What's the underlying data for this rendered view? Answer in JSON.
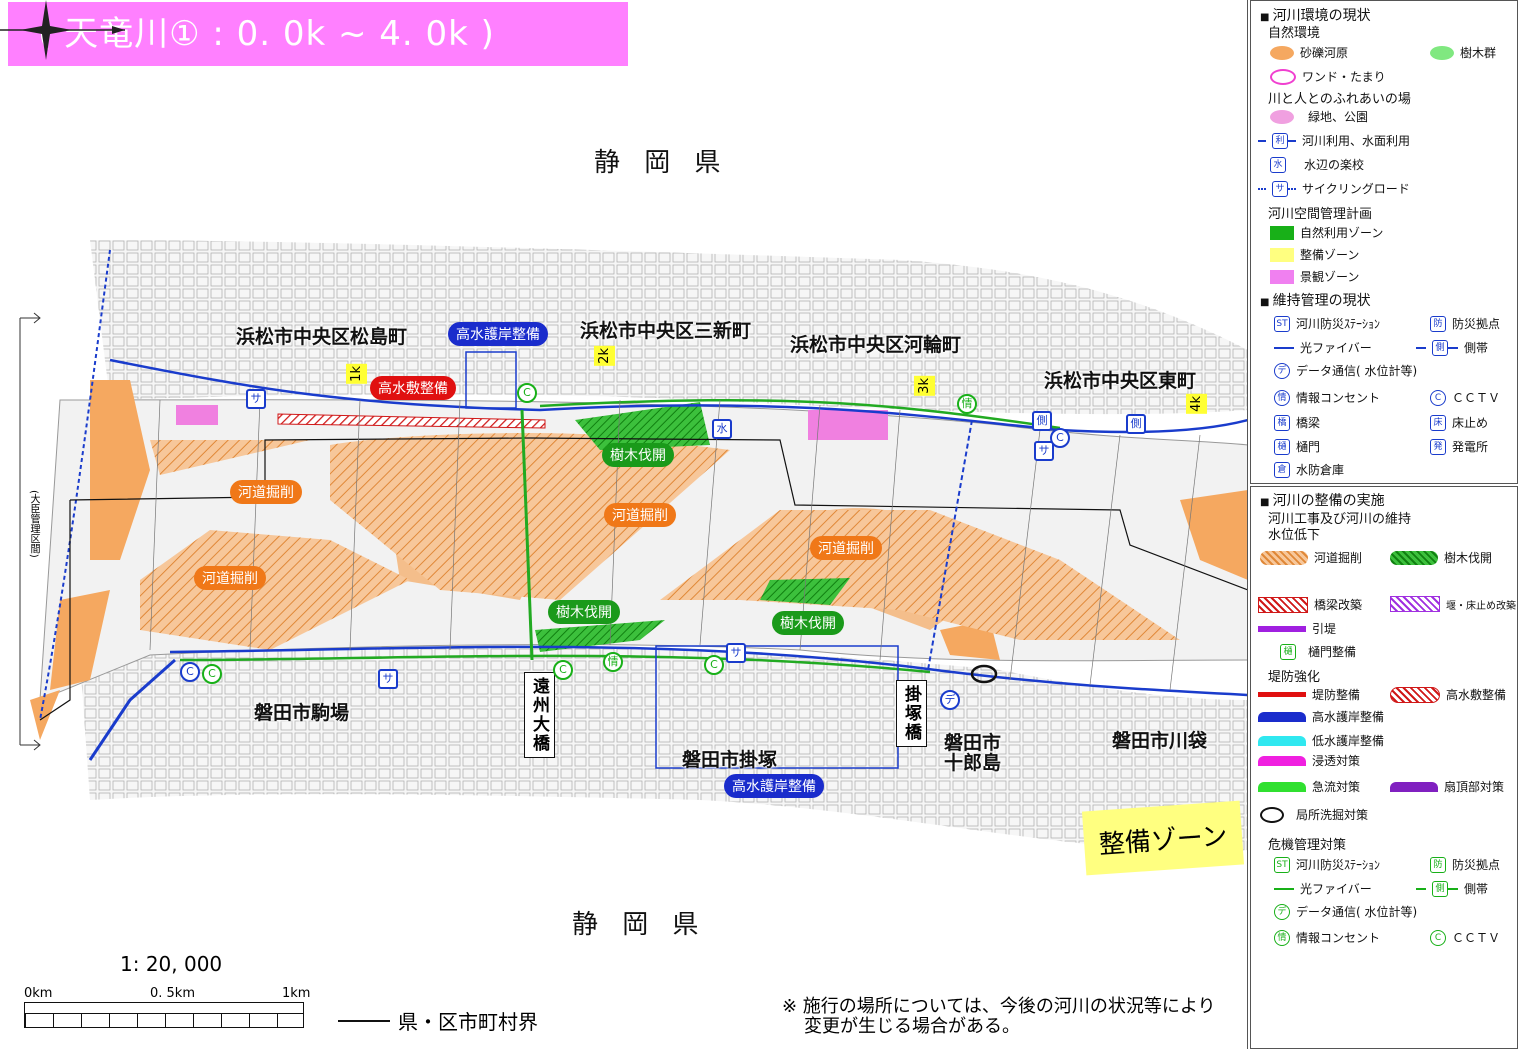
{
  "map": {
    "title": "( 天竜川① : 0. 0k ~ 4. 0k )",
    "pref_top": "静 岡 県",
    "pref_bottom": "静 岡 県",
    "places": {
      "matsushima": "浜松市中央区松島町",
      "sanshin": "浜松市中央区三新町",
      "kawawa": "浜松市中央区河輪町",
      "higashi": "浜松市中央区東町",
      "koma": "磐田市駒場",
      "kakezuka": "磐田市掛塚",
      "jurojima_1": "磐田市",
      "jurojima_2": "十郎島",
      "kawabukuro": "磐田市川袋"
    },
    "labels": {
      "kasen_kussaku": "河道掘削",
      "jumoku": "樹木伐開",
      "kousui_gogan": "高水護岸整備",
      "kousuishiki": "高水敷整備"
    },
    "km_posts": [
      "1k",
      "2k",
      "3k",
      "4k"
    ],
    "bridges": {
      "enshu": "遠州大橋",
      "kakezuka": "掛塚橋"
    },
    "zone_label": "整備ゾーン",
    "side_note": "(大臣管理区間)",
    "scale": {
      "ratio": "1: 20, 000",
      "ticks": [
        "0km",
        "0. 5km",
        "1km"
      ]
    },
    "boundary_label": "県・区市町村界",
    "note_1": "※ 施行の場所については、今後の河川の状況等により",
    "note_2": "変更が生じる場合がある。",
    "symbols": {
      "sa": "サ",
      "c": "C",
      "mizu": "水",
      "jo": "情",
      "soku": "側",
      "de": "デ"
    },
    "colors": {
      "gravel": "#f5a860",
      "trees": "#22aa22",
      "park": "#f080e0",
      "river_line": "#1a3ccc",
      "green_line": "#22aa22",
      "title_bg": "#ff80ff"
    }
  },
  "legend": {
    "sec1": {
      "title": "河川環境の現状",
      "nature": "自然環境",
      "gravel": "砂礫河原",
      "trees": "樹木群",
      "wando": "ワンド・たまり",
      "fureai": "川と人とのふれあいの場",
      "park": "緑地、公園",
      "riyou": "河川利用、水面利用",
      "riyou_icon": "利",
      "gakko": "水辺の楽校",
      "gakko_icon": "水",
      "cycling": "サイクリングロード",
      "cycling_icon": "サ",
      "kukan": "河川空間管理計画",
      "shizen": "自然利用ゾーン",
      "seibi": "整備ゾーン",
      "keikan": "景観ゾーン"
    },
    "sec2": {
      "title": "維持管理の現状",
      "station": "河川防災ｽﾃｰｼｮﾝ",
      "station_icon": "ST",
      "bousai": "防災拠点",
      "bousai_icon": "防",
      "fiber": "光ファイバー",
      "sokutai": "側帯",
      "sokutai_icon": "側",
      "data": "データ通信( 水位計等)",
      "data_icon": "デ",
      "jouhou": "情報コンセント",
      "jouhou_icon": "情",
      "cctv": "ＣＣＴＶ",
      "cctv_icon": "C",
      "kyouryou": "橋梁",
      "kyouryou_icon": "橋",
      "tokodome": "床止め",
      "tokodome_icon": "床",
      "himon": "樋門",
      "himon_icon": "樋",
      "hatsuden": "発電所",
      "hatsuden_icon": "発",
      "soko": "水防倉庫",
      "soko_icon": "倉"
    },
    "sec3": {
      "title": "河川の整備の実施",
      "sub1": "河川工事及び河川の維持",
      "sub2": "水位低下",
      "kussaku": "河道掘削",
      "jumoku": "樹木伐開",
      "kyouryou_kaichiku": "橋梁改築",
      "seki": "堰・床止め改築",
      "hikitei": "引堤",
      "himon_seibi": "樋門整備",
      "himon_icon": "樋",
      "kyouka": "堤防強化",
      "teibou": "堤防整備",
      "koushui": "高水敷整備",
      "kousui_gogan": "高水護岸整備",
      "teisui_gogan": "低水護岸整備",
      "shintou": "浸透対策",
      "kyuuryuu": "急流対策",
      "senchou": "扇頂部対策",
      "kyokusho": "局所洗掘対策",
      "kiki": "危機管理対策",
      "station": "河川防災ｽﾃｰｼｮﾝ",
      "station_icon": "ST",
      "bousai": "防災拠点",
      "bousai_icon": "防",
      "fiber": "光ファイバー",
      "sokutai": "側帯",
      "sokutai_icon": "側",
      "data": "データ通信( 水位計等)",
      "data_icon": "デ",
      "jouhou": "情報コンセント",
      "jouhou_icon": "情",
      "cctv": "ＣＣＴＶ",
      "cctv_icon": "C"
    }
  }
}
